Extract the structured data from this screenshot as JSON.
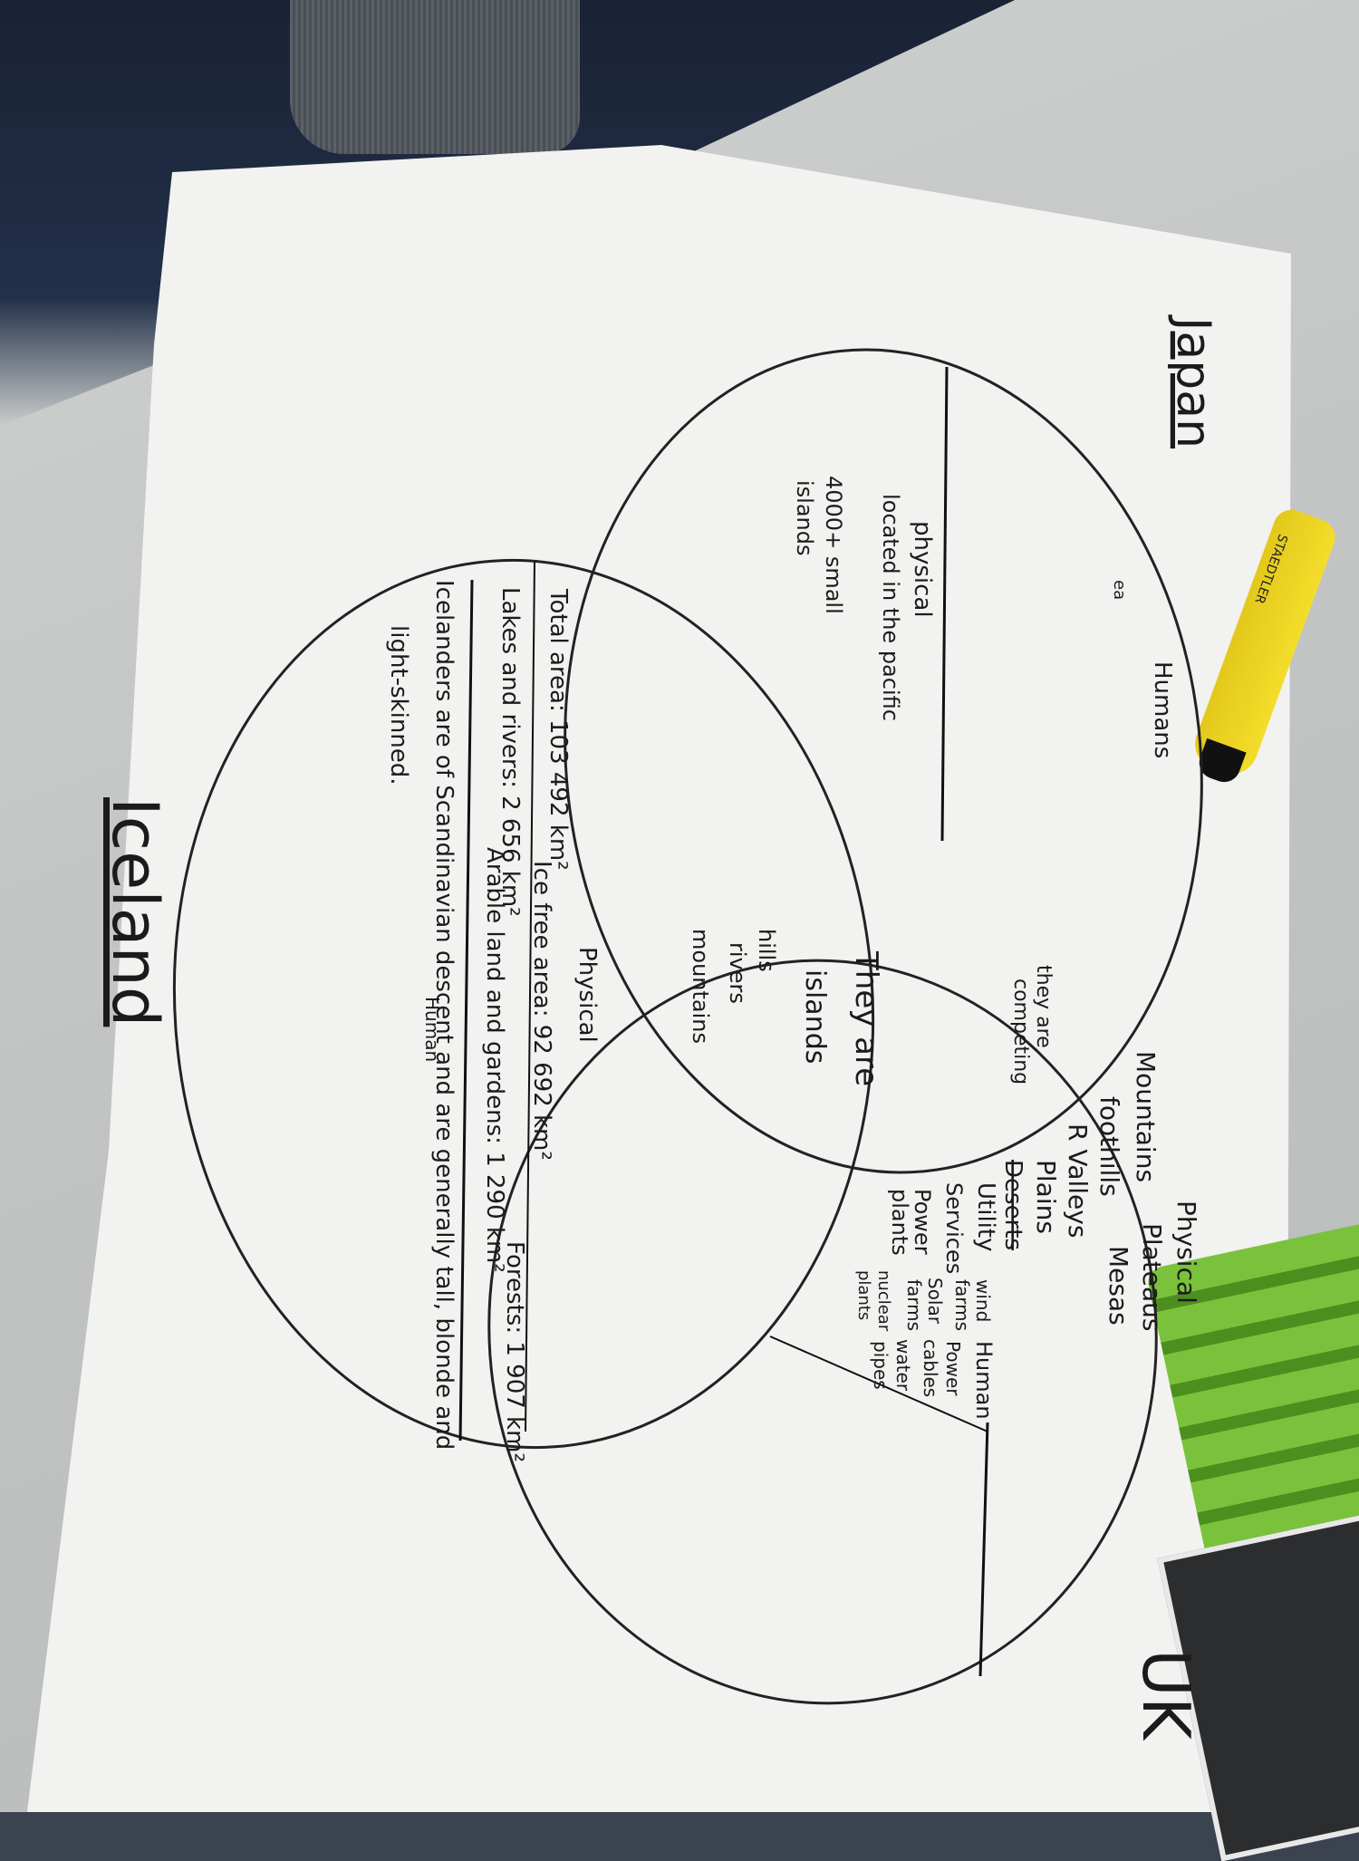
{
  "labels": {
    "japan": "Japan",
    "iceland": "Iceland",
    "uk": "UK"
  },
  "japan_section": {
    "humans": "Humans",
    "humans_sub": "ea",
    "physical": "physical",
    "line1": "located in the pacific",
    "line2": "4000+ small",
    "line3": "islands"
  },
  "iceland_section": {
    "row1": "Total area: 103 492 km²",
    "row1b": "Ice free area: 92 692 km²",
    "row2": "Lakes and rivers: 2 656 km²",
    "row2b": "Arable land and gardens: 1 290 km²",
    "row3": "Icelanders are of Scandinavian descent and are generally tall, blonde and",
    "row4": "light-skinned.",
    "physical_label": "Physical",
    "human_label": "Human",
    "forests": "Forests: 1 907 km²"
  },
  "centre": {
    "line1": "They are",
    "line2": "islands",
    "line3": "hills",
    "line4": "rivers",
    "line5": "mountains"
  },
  "japan_uk": {
    "line1": "they are",
    "line2": "competing"
  },
  "uk_section": {
    "physical_label": "Physical",
    "physical_items": [
      "Mountains",
      "foothills",
      "R Valleys",
      "Plains",
      "Deserts",
      "Plateaus",
      "Mesas"
    ],
    "human_label": "Human",
    "col1": [
      "Utility",
      "Services",
      "Power",
      "plants"
    ],
    "col2": [
      "wind",
      "farms",
      "Solar",
      "farms",
      "nuclear",
      "plants"
    ],
    "col3": [
      "Power",
      "cables",
      "water",
      "pipes"
    ]
  },
  "marker": {
    "brand": "STAEDTLER"
  }
}
